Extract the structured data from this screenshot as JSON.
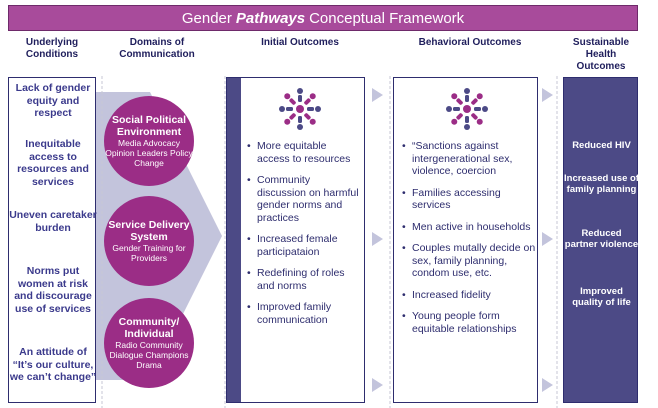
{
  "title": {
    "prefix": "Gender",
    "emphasis": "Pathways",
    "suffix": "Conceptual Framework"
  },
  "columns": {
    "underlying": "Underlying Conditions",
    "domains": "Domains of Communication",
    "initial": "Initial Outcomes",
    "behavioral": "Behavioral Outcomes",
    "health": "Sustainable Health Outcomes"
  },
  "conditions": [
    "Lack of gender equity and respect",
    "Inequitable access to resources and services",
    "Uneven caretaker burden",
    "Norms put women at risk and discourage use of services",
    "An attitude of “It’s our culture, we can’t change”"
  ],
  "domains": [
    {
      "title": "Social Political Environment",
      "sub": "Media Advocacy Opinion Leaders Policy Change"
    },
    {
      "title": "Service Delivery System",
      "sub": "Gender Training for Providers"
    },
    {
      "title": "Community/ Individual",
      "sub": "Radio Community Dialogue Champions Drama"
    }
  ],
  "initial_outcomes": [
    "More equitable access to resources",
    "Community discussion on harmful gender norms and practices",
    "Increased female participataion",
    "Redefining of roles and norms",
    "Improved family communication"
  ],
  "behavioral_outcomes": [
    "“Sanctions against intergenerational sex, violence, coercion",
    "Families accessing services",
    "Men active in households",
    "Couples mutally decide on sex, family planning, condom use, etc.",
    "Increased fidelity",
    "Young people form equitable relationships"
  ],
  "health_outcomes": [
    "Reduced HIV",
    "Increased use of family planning",
    "Reduced partner violence",
    "Improved quality of life"
  ],
  "colors": {
    "purple": "#9b2d86",
    "title_bar": "#a84b9b",
    "navy": "#4c4a86",
    "text": "#2e2d6e",
    "arrow": "#c3c4dc"
  }
}
